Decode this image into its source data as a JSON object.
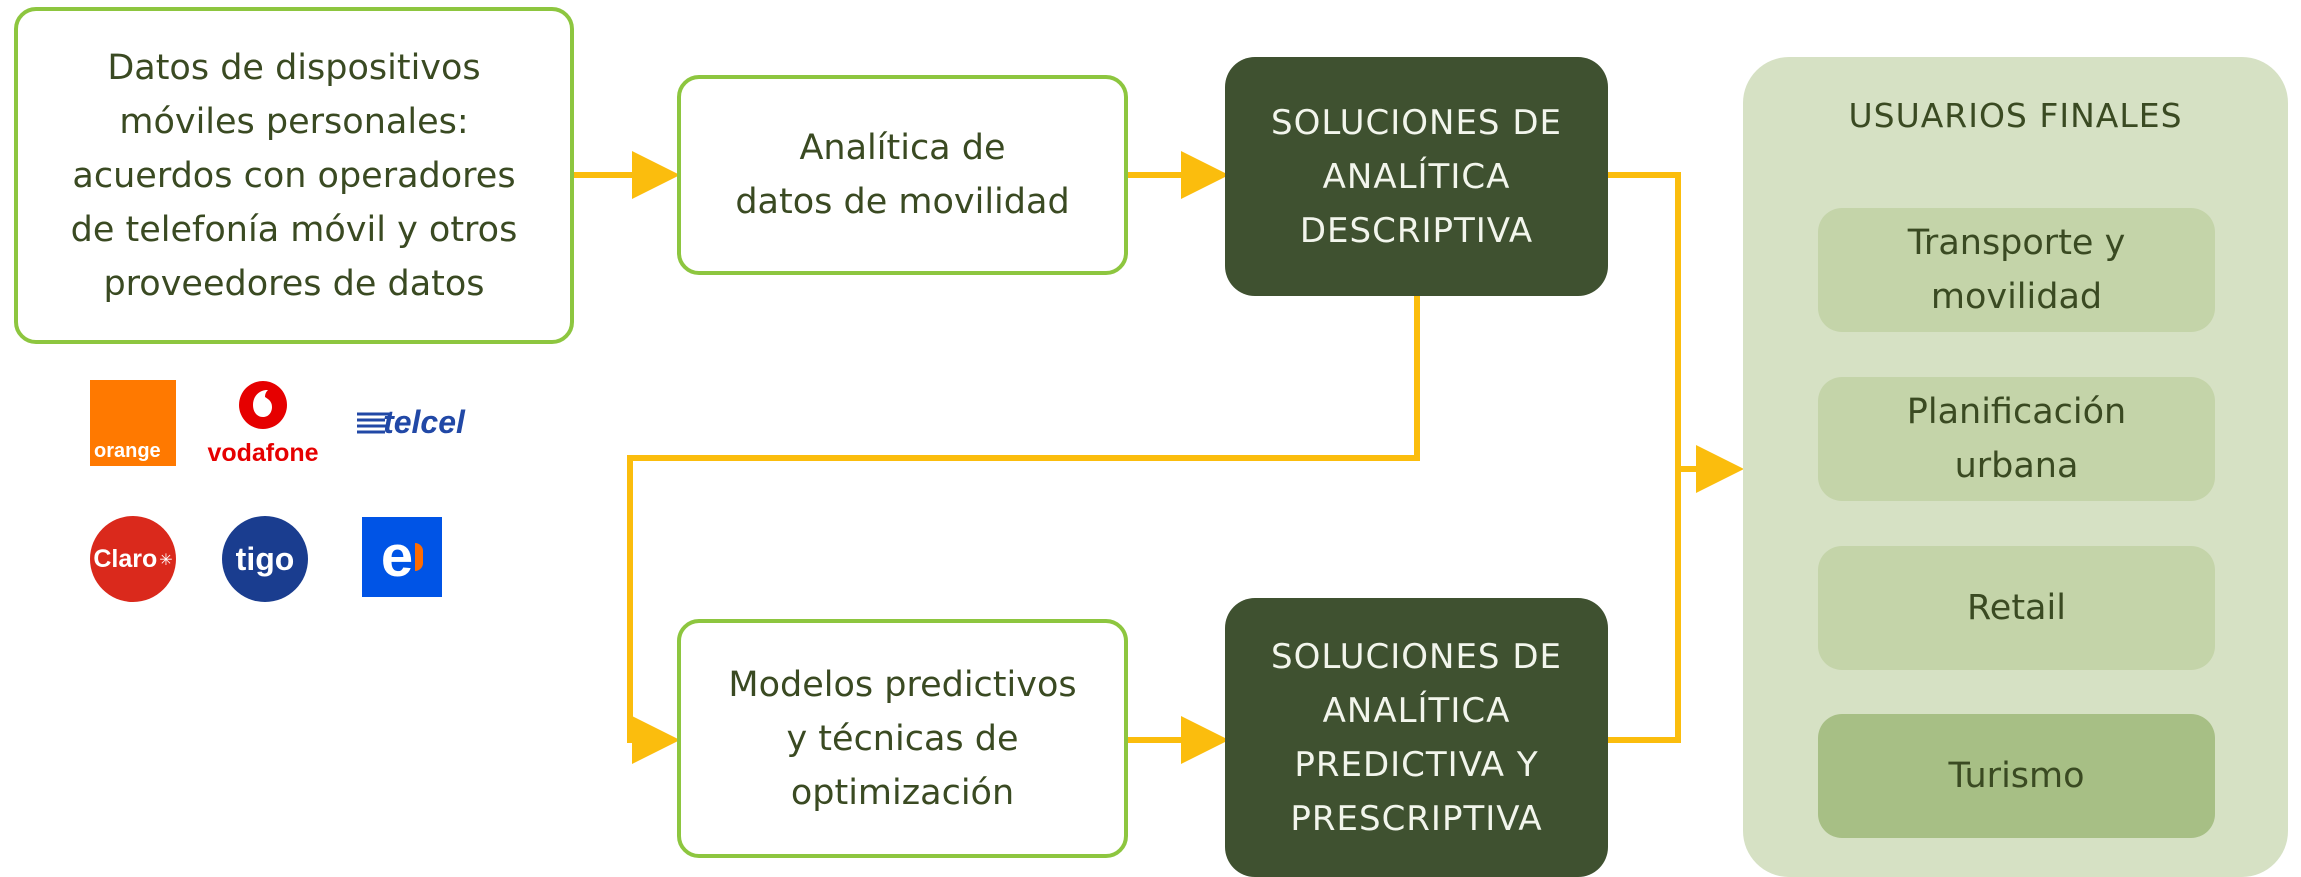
{
  "sources_box": {
    "lines": [
      "Datos de dispositivos",
      "móviles personales:",
      "acuerdos con operadores",
      "de telefonía móvil y otros",
      "proveedores de datos"
    ]
  },
  "analytics_box": {
    "lines": [
      "Analítica de",
      "datos de movilidad"
    ]
  },
  "models_box": {
    "lines": [
      "Modelos predictivos",
      "y técnicas de",
      "optimización"
    ]
  },
  "descriptive_box": {
    "lines": [
      "SOLUCIONES DE",
      "ANALÍTICA",
      "DESCRIPTIVA"
    ]
  },
  "predictive_box": {
    "lines": [
      "SOLUCIONES DE",
      "ANALÍTICA",
      "PREDICTIVA Y",
      "PRESCRIPTIVA"
    ]
  },
  "end_users": {
    "title": "USUARIOS FINALES",
    "items": [
      {
        "lines": [
          "Transporte y",
          "movilidad"
        ]
      },
      {
        "lines": [
          "Planificación",
          "urbana"
        ]
      },
      {
        "lines": [
          "Retail"
        ]
      },
      {
        "lines": [
          "Turismo"
        ]
      }
    ]
  },
  "operator_logos": {
    "orange": "orange",
    "vodafone": "vodafone",
    "telcel": "telcel",
    "claro": "Claro",
    "tigo": "tigo",
    "entel": "e"
  },
  "colors": {
    "outline_green": "#8dc63f",
    "dark_green": "#3f5130",
    "arrow_yellow": "#fbbd0d",
    "panel_green": "#d6e1c4",
    "item_green": "#c4d4a9",
    "item_green_dark": "#a7bf85"
  }
}
